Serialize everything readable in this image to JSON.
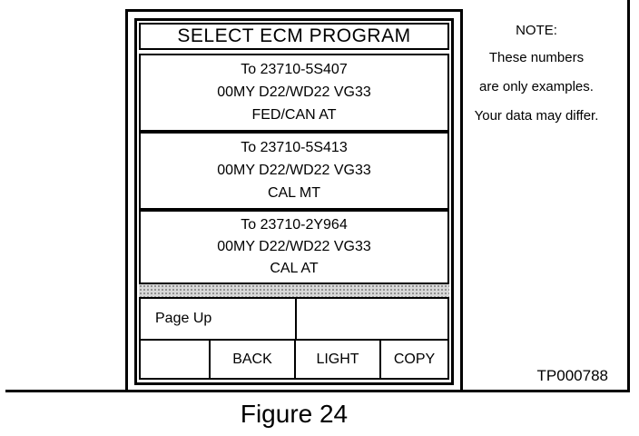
{
  "screen": {
    "title": "SELECT ECM PROGRAM",
    "programs": [
      {
        "line1": "To 23710-5S407",
        "line2": "00MY D22/WD22 VG33",
        "line3": "FED/CAN AT"
      },
      {
        "line1": "To 23710-5S413",
        "line2": "00MY D22/WD22 VG33",
        "line3": "CAL MT"
      },
      {
        "line1": "To 23710-2Y964",
        "line2": "00MY D22/WD22 VG33",
        "line3": "CAL AT"
      }
    ],
    "page_up_label": "Page Up",
    "buttons": {
      "back": "BACK",
      "light": "LIGHT",
      "copy": "COPY"
    }
  },
  "note": {
    "title": "NOTE:",
    "lines": [
      "These numbers",
      "are only examples.",
      "Your data may differ."
    ]
  },
  "reference_code": "TP000788",
  "caption": "Figure 24"
}
